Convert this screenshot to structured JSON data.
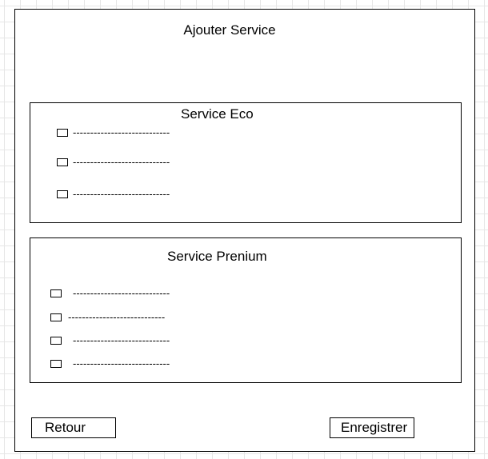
{
  "page": {
    "title": "Ajouter Service"
  },
  "eco": {
    "title": "Service Eco",
    "options": [
      "----------------------------",
      "----------------------------",
      "----------------------------"
    ]
  },
  "premium": {
    "title": "Service Prenium",
    "options": [
      "----------------------------",
      "----------------------------",
      "----------------------------",
      "----------------------------"
    ]
  },
  "actions": {
    "back_label": "Retour",
    "save_label": "Enregistrer"
  }
}
